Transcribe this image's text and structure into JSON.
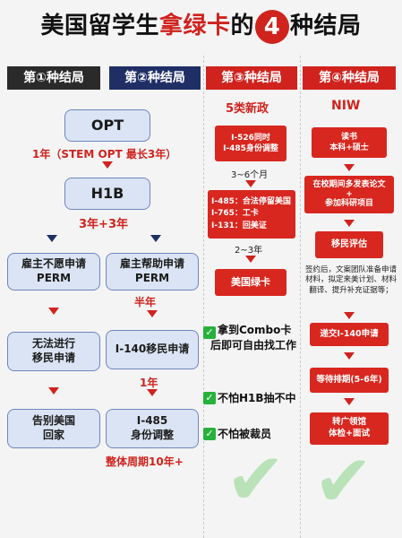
{
  "title": {
    "part1": "美国留学生",
    "part2": "拿绿卡",
    "part3": "的",
    "num": "4",
    "part4": "种",
    "part5": "结局"
  },
  "headers": [
    "第①种结局",
    "第②种结局",
    "第③种结局",
    "第④种结局"
  ],
  "col12": {
    "opt": "OPT",
    "opt_note": "1年（STEM OPT 最长3年）",
    "h1b": "H1B",
    "h1b_note": "3年+3年",
    "c1_perm": [
      "雇主不愿申请",
      "PERM"
    ],
    "c1_fail": [
      "无法进行",
      "移民申请"
    ],
    "c1_end": [
      "告别美国",
      "回家"
    ],
    "c2_perm": [
      "雇主帮助申请",
      "PERM"
    ],
    "c2_half": "半年",
    "c2_i140": "I-140移民申请",
    "c2_year": "1年",
    "c2_i485": [
      "I-485",
      "身份调整"
    ],
    "c2_total": "整体周期10年+"
  },
  "col3": {
    "subtitle": "5类新政",
    "box1": [
      "I-526同时",
      "I-485身份调整"
    ],
    "wait1": "3~6个月",
    "box2": [
      "I-485：合法停留美国",
      "I-765：工卡",
      "I-131：回美证"
    ],
    "wait2": "2~3年",
    "box3": "美国绿卡",
    "benefit1": "拿到Combo卡后即可自由找工作",
    "benefit2": "不怕H1B抽不中",
    "benefit3": "不怕被裁员"
  },
  "col4": {
    "subtitle": "NIW",
    "box1": [
      "读书",
      "本科+硕士"
    ],
    "box2": [
      "在校期间多发表论文",
      "+",
      "参加科研项目"
    ],
    "box3": "移民评估",
    "note": "签约后，文案团队准备申请材料，拟定来美计划、材料翻译、提升补充证据等；",
    "box4": "递交I-140申请",
    "box5": "等待排期(5-6年)",
    "box6": [
      "转广领馆",
      "体检+面试"
    ]
  },
  "colors": {
    "red": "#d0231e",
    "navy": "#1f2f66",
    "dark": "#2a2a2a",
    "green": "#27b13c"
  }
}
